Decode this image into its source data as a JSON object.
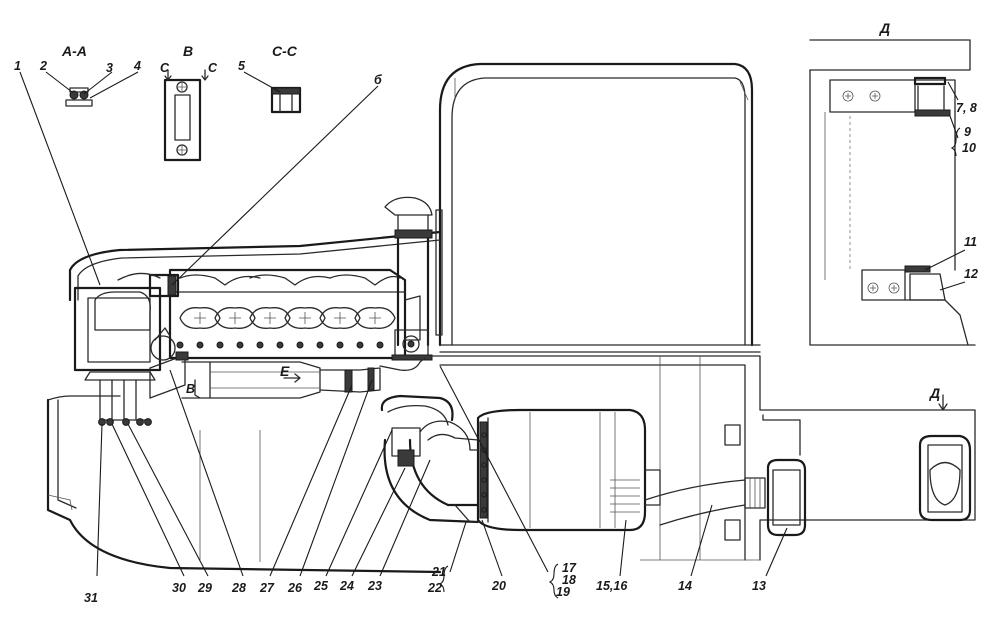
{
  "section_labels": {
    "aa": "А-А",
    "b": "B",
    "cc": "С-С",
    "d": "Д",
    "c_mark_left": "С",
    "c_mark_right": "С",
    "e_flow": "Е",
    "b_mark": "В",
    "d_arrow": "Д"
  },
  "callouts": {
    "n1": "1",
    "n2": "2",
    "n3": "3",
    "n4": "4",
    "n5": "5",
    "n6": "б",
    "n78": "7, 8",
    "n9": "9",
    "n10": "10",
    "n11": "11",
    "n12": "12",
    "n13": "13",
    "n14": "14",
    "n1516": "15,16",
    "n17": "17",
    "n18": "18",
    "n19": "19",
    "n20": "20",
    "n21": "21",
    "n22": "22",
    "n23": "23",
    "n24": "24",
    "n25": "25",
    "n26": "26",
    "n27": "27",
    "n28": "28",
    "n29": "29",
    "n30": "30",
    "n31": "31"
  }
}
